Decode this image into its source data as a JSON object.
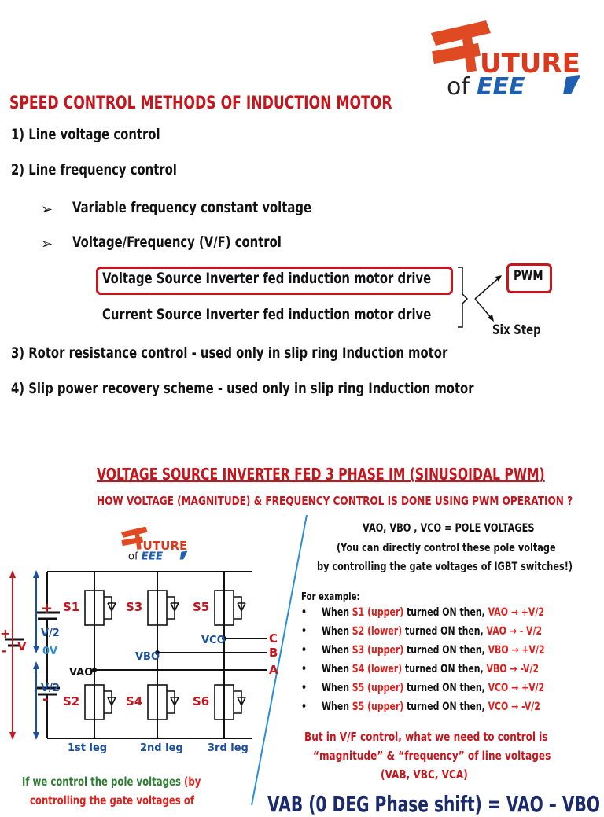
{
  "logo": {
    "main": "UTURE",
    "of": "of",
    "eee": "EEE"
  },
  "page1": {
    "title": "SPEED CONTROL METHODS OF INDUCTION MOTOR",
    "items": [
      "1)  Line voltage control",
      "2)  Line frequency control",
      "3)  Rotor resistance control - used only in slip ring Induction motor",
      "4)  Slip power recovery scheme - used only in slip ring Induction motor"
    ],
    "subitems": [
      "Variable frequency constant voltage",
      "Voltage/Frequency (V/F) control"
    ],
    "bullet_symbol": "➢",
    "drives": [
      "Voltage Source Inverter fed induction motor drive",
      "Current Source Inverter fed induction motor drive"
    ],
    "pwm_label": "PWM",
    "six_step_label": "Six Step"
  },
  "page2": {
    "title": "VOLTAGE SOURCE INVERTER FED 3 PHASE IM (SINUSOIDAL PWM)",
    "subtitle": "HOW VOLTAGE (MAGNITUDE) & FREQUENCY CONTROL IS DONE USING PWM OPERATION ?",
    "pole_voltages": "VAO, VBO , VCO = POLE VOLTAGES",
    "control_note_1": "(You can directly control these pole voltage",
    "control_note_2": "by controlling the gate voltages of IGBT switches!)",
    "for_example": "For example:",
    "examples": [
      {
        "pre": "When ",
        "sw": "S1 (upper)",
        "mid": " turned ON then, ",
        "res": "VAO → +V/2"
      },
      {
        "pre": "When ",
        "sw": "S2 (lower)",
        "mid": " turned ON then, ",
        "res": "VAO → - V/2"
      },
      {
        "pre": "When ",
        "sw": "S3 (upper)",
        "mid": " turned ON then, ",
        "res": "VBO → +V/2"
      },
      {
        "pre": "When ",
        "sw": "S4 (lower)",
        "mid": " turned ON then, ",
        "res": "VBO →  -V/2"
      },
      {
        "pre": "When ",
        "sw": "S5 (upper)",
        "mid": " turned ON then, ",
        "res": "VCO →  +V/2"
      },
      {
        "pre": "When ",
        "sw": "S5 (upper)",
        "mid": " turned ON then, ",
        "res": "VCO →  -V/2"
      }
    ],
    "vf_note_1": "But  in V/F control, what we need to control is",
    "vf_note_2": "“magnitude” & “frequency” of line voltages",
    "vf_note_3": "(VAB, VBC, VCA)",
    "left_note_1a": "If we control the pole voltages ",
    "left_note_1b": "(by",
    "left_note_2": "controlling the gate voltages of",
    "bottom_formula": "VAB (0 DEG Phase shift)  = VAO – VBO",
    "circuit": {
      "switches": [
        "S1",
        "S3",
        "S5",
        "S2",
        "S4",
        "S6"
      ],
      "plus": "+",
      "minus": "-",
      "v_half_top": "V/2",
      "v_half_bottom": "V/2",
      "zero_v": "0V",
      "v_total": "V",
      "vao": "VAO",
      "vbo": "VBO",
      "vco": "VCO",
      "phase_a": "A",
      "phase_b": "B",
      "phase_c": "C",
      "leg1": "1st leg",
      "leg2": "2nd leg",
      "leg3": "3rd leg"
    }
  },
  "colors": {
    "accent_red": "#c4161c",
    "logo_blue": "#1f5fb0",
    "circuit_blue": "#1a4fa0",
    "note_green": "#2e7d32",
    "divider_blue": "#2b8fd6"
  }
}
